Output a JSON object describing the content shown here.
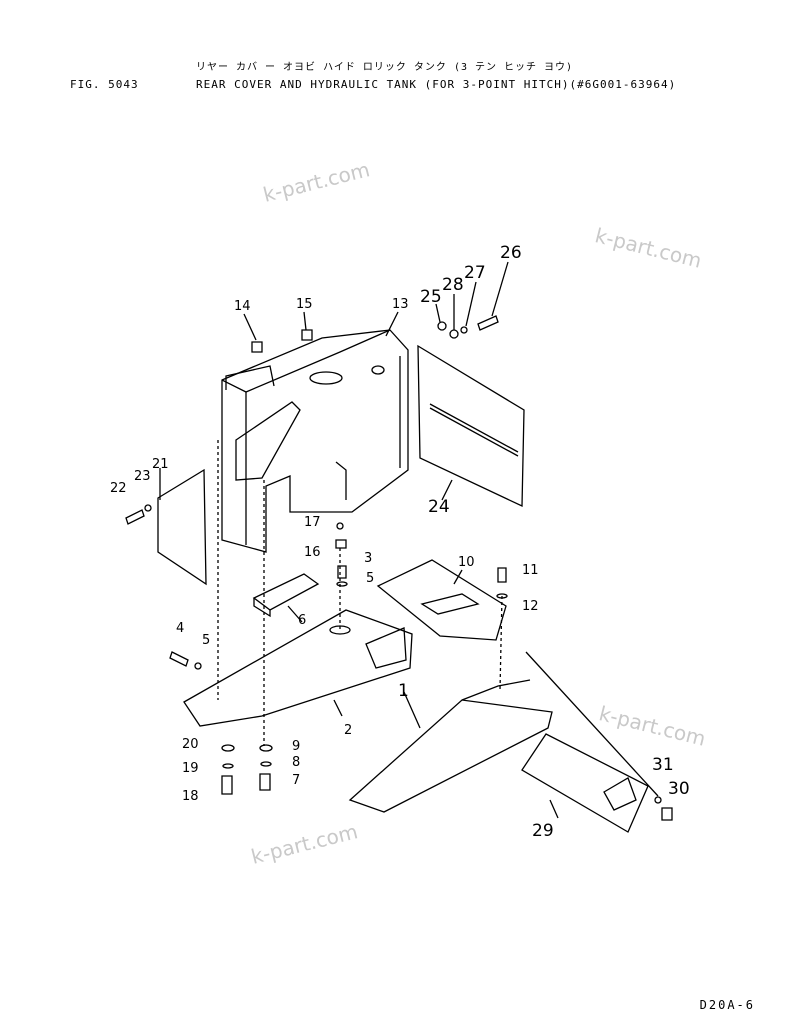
{
  "header": {
    "figure_no": "FIG. 5043",
    "title_jp": "リヤー カバ ー オヨビ ハイド ロリック タンク (3 テン ヒッチ ヨウ)",
    "title_en": "REAR COVER AND HYDRAULIC TANK (FOR 3-POINT HITCH)(#6G001-63964)"
  },
  "watermarks": [
    "k-part.com",
    "k-part.com",
    "k-part.com",
    "k-part.com"
  ],
  "page_code": "D20A-6",
  "callouts": [
    "1",
    "2",
    "3",
    "4",
    "5",
    "5",
    "6",
    "7",
    "8",
    "9",
    "10",
    "11",
    "12",
    "13",
    "14",
    "15",
    "16",
    "17",
    "18",
    "19",
    "20",
    "21",
    "22",
    "23",
    "24",
    "25",
    "26",
    "27",
    "28",
    "29",
    "30",
    "31"
  ]
}
